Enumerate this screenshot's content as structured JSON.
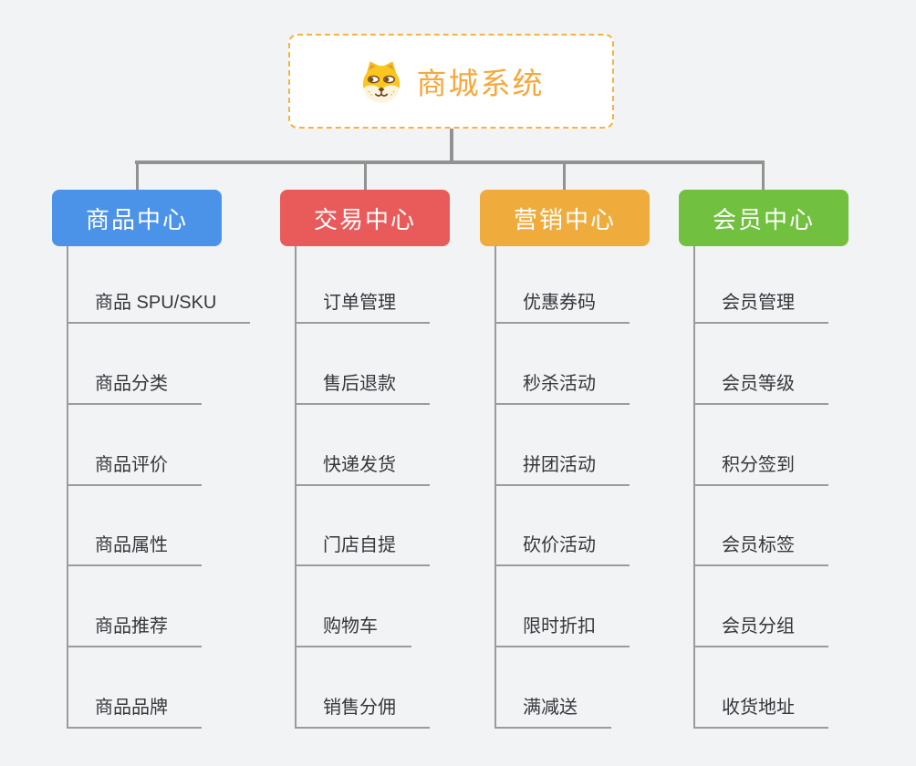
{
  "root": {
    "title": "商城系统",
    "icon": "shiba-dog-icon",
    "accent_color": "#F6A83C",
    "border_color": "#F8B143"
  },
  "connector_color": "#929292",
  "child_line_color": "#9A9B9D",
  "child_text_color": "#34373C",
  "branches": [
    {
      "label": "商品中心",
      "color": "#4B93E9",
      "items": [
        "商品 SPU/SKU",
        "商品分类",
        "商品评价",
        "商品属性",
        "商品推荐",
        "商品品牌"
      ]
    },
    {
      "label": "交易中心",
      "color": "#E95B5B",
      "items": [
        "订单管理",
        "售后退款",
        "快递发货",
        "门店自提",
        "购物车",
        "销售分佣"
      ]
    },
    {
      "label": "营销中心",
      "color": "#EFAC3D",
      "items": [
        "优惠券码",
        "秒杀活动",
        "拼团活动",
        "砍价活动",
        "限时折扣",
        "满减送"
      ]
    },
    {
      "label": "会员中心",
      "color": "#71C040",
      "items": [
        "会员管理",
        "会员等级",
        "积分签到",
        "会员标签",
        "会员分组",
        "收货地址"
      ]
    }
  ]
}
